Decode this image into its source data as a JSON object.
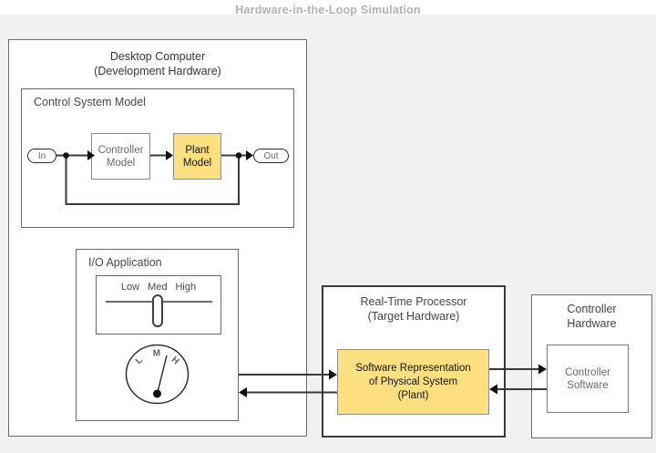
{
  "title": "Hardware-in-the-Loop Simulation",
  "colors": {
    "background": "#f0f1f3",
    "title_text": "#b1b1b5",
    "box_fill": "#ffffff",
    "box_border": "#6b6b6b",
    "realtime_box_border": "#3a3a3a",
    "plant_yellow_fill": "#fcdf7f",
    "connector_line": "#3a3a3a"
  },
  "desktop": {
    "title1": "Desktop Computer",
    "title2": "(Development Hardware)",
    "control_system_model": {
      "label": "Control System Model",
      "in_port": "In",
      "out_port": "Out",
      "controller_model1": "Controller",
      "controller_model2": "Model",
      "plant_model1": "Plant",
      "plant_model2": "Model"
    },
    "io_application": {
      "label": "I/O Application",
      "slider_labels": [
        "Low",
        "Med",
        "High"
      ],
      "gauge_labels": [
        "L",
        "M",
        "H"
      ]
    }
  },
  "realtime_processor": {
    "title1": "Real-Time Processor",
    "title2": "(Target Hardware)",
    "software_representation": [
      "Software Representation",
      "of Physical System",
      "(Plant)"
    ]
  },
  "controller_hardware": {
    "title1": "Controller",
    "title2": "Hardware",
    "software1": "Controller",
    "software2": "Software"
  }
}
